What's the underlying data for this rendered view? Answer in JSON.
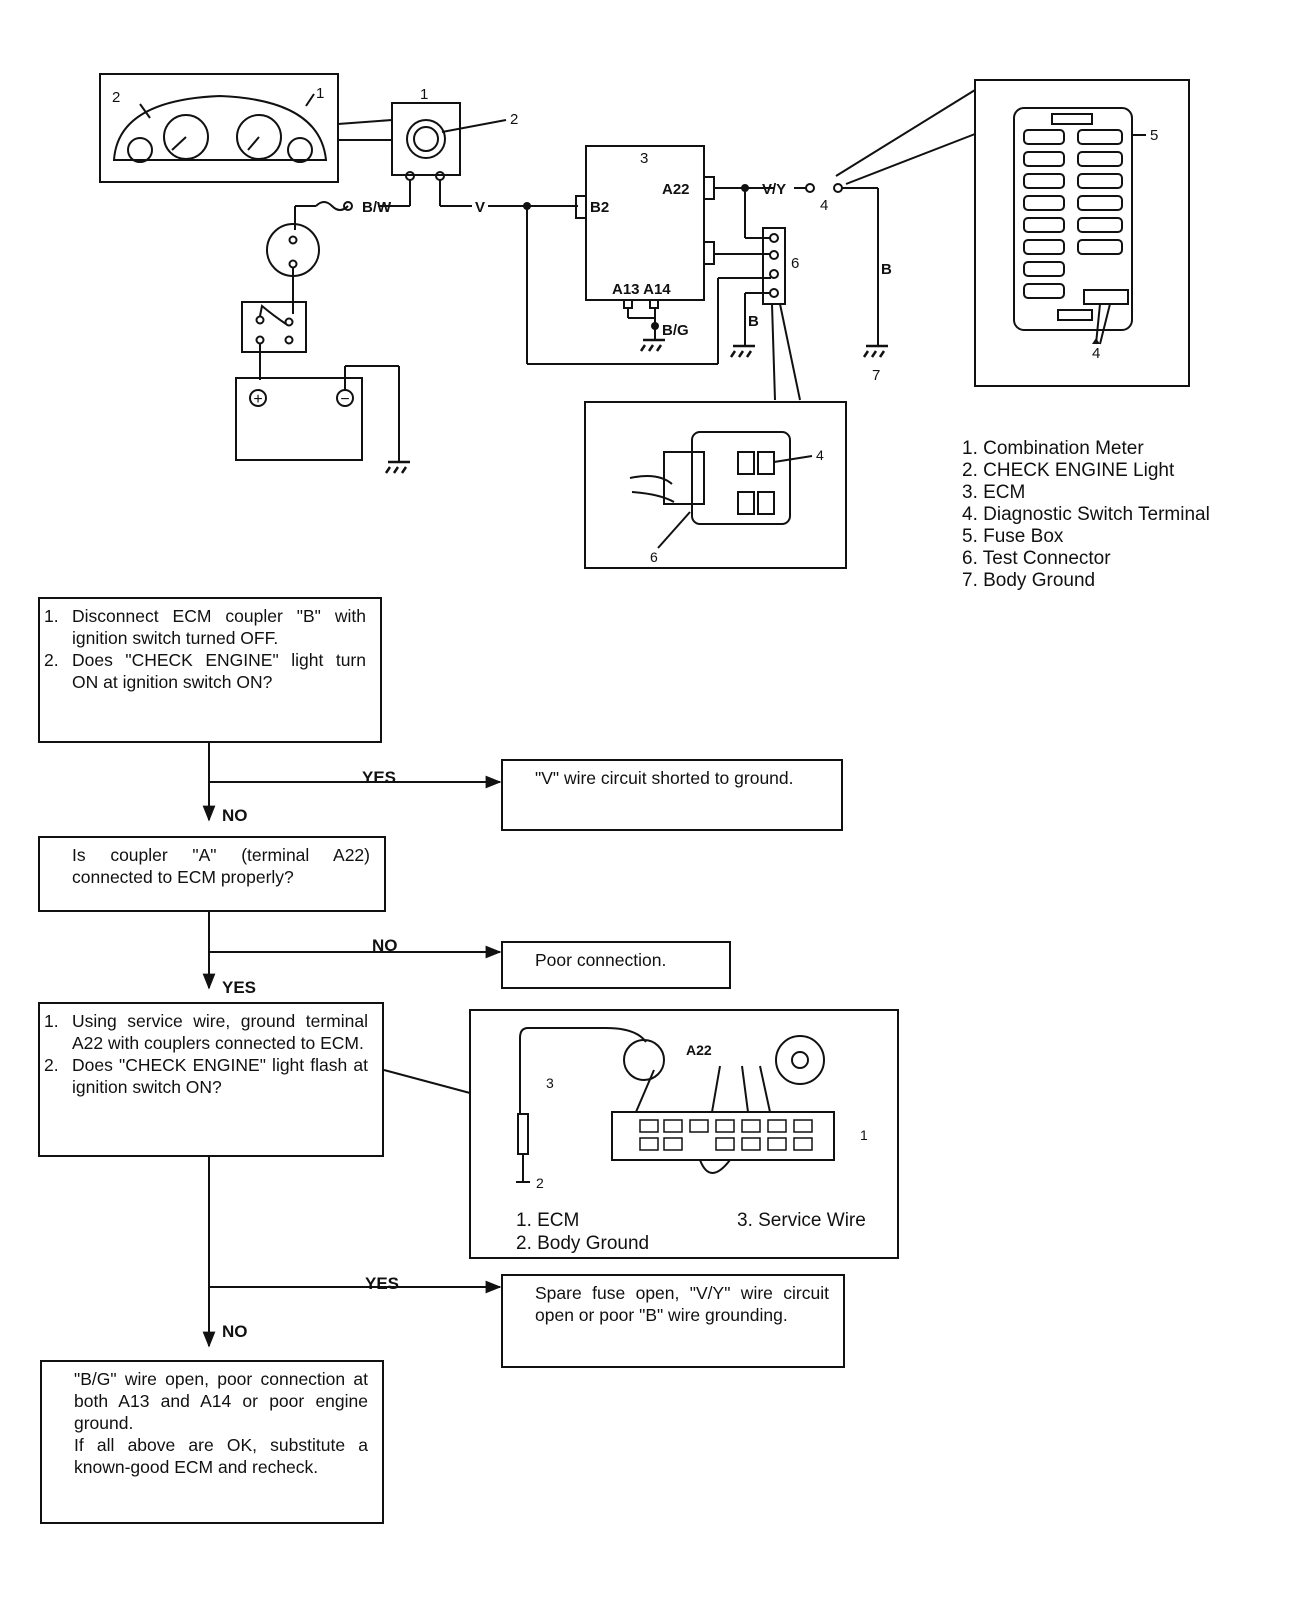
{
  "legend": [
    "1. Combination Meter",
    "2. CHECK ENGINE Light",
    "3. ECM",
    "4. Diagnostic Switch Terminal",
    "5. Fuse Box",
    "6. Test Connector",
    "7. Body Ground"
  ],
  "wiring": {
    "callout_1": "1",
    "callout_2": "2",
    "callout_3": "3",
    "callout_4": "4",
    "callout_5": "5",
    "callout_6": "6",
    "callout_7": "7",
    "wire_bw": "B/W",
    "wire_v": "V",
    "wire_vy": "V/Y",
    "wire_b": "B",
    "wire_bg": "B/G",
    "term_b2": "B2",
    "term_a22": "A22",
    "term_a13_a14": "A13 A14",
    "battery_plus": "+",
    "battery_minus": "−"
  },
  "flow": {
    "box1": {
      "steps": [
        "Disconnect ECM coupler \"B\" with ignition switch turned OFF.",
        "Does \"CHECK ENGINE\" light turn ON at ignition switch ON?"
      ]
    },
    "yes1": "YES",
    "no1": "NO",
    "result1": "\"V\" wire circuit shorted to ground.",
    "box2": "Is coupler \"A\" (terminal A22) connected to ECM properly?",
    "no2": "NO",
    "yes2": "YES",
    "result2": "Poor connection.",
    "box3": {
      "steps": [
        "Using service wire, ground terminal A22 with couplers connected to ECM.",
        "Does \"CHECK ENGINE\" light flash at ignition switch ON?"
      ]
    },
    "yes3": "YES",
    "no3": "NO",
    "result3": "Spare fuse open, \"V/Y\" wire circuit open or poor \"B\" wire grounding.",
    "box4_line1": "\"B/G\" wire open, poor connection at both A13 and A14 or poor engine ground.",
    "box4_line2": "If all above are OK, substitute a known-good ECM and recheck."
  },
  "ecm_inset": {
    "label_a22": "A22",
    "callout_1": "1",
    "callout_2": "2",
    "callout_3": "3",
    "caption_1": "1. ECM",
    "caption_2": "2. Body Ground",
    "caption_3": "3. Service Wire"
  },
  "connector_inset": {
    "callout_4": "4",
    "callout_6": "6"
  }
}
